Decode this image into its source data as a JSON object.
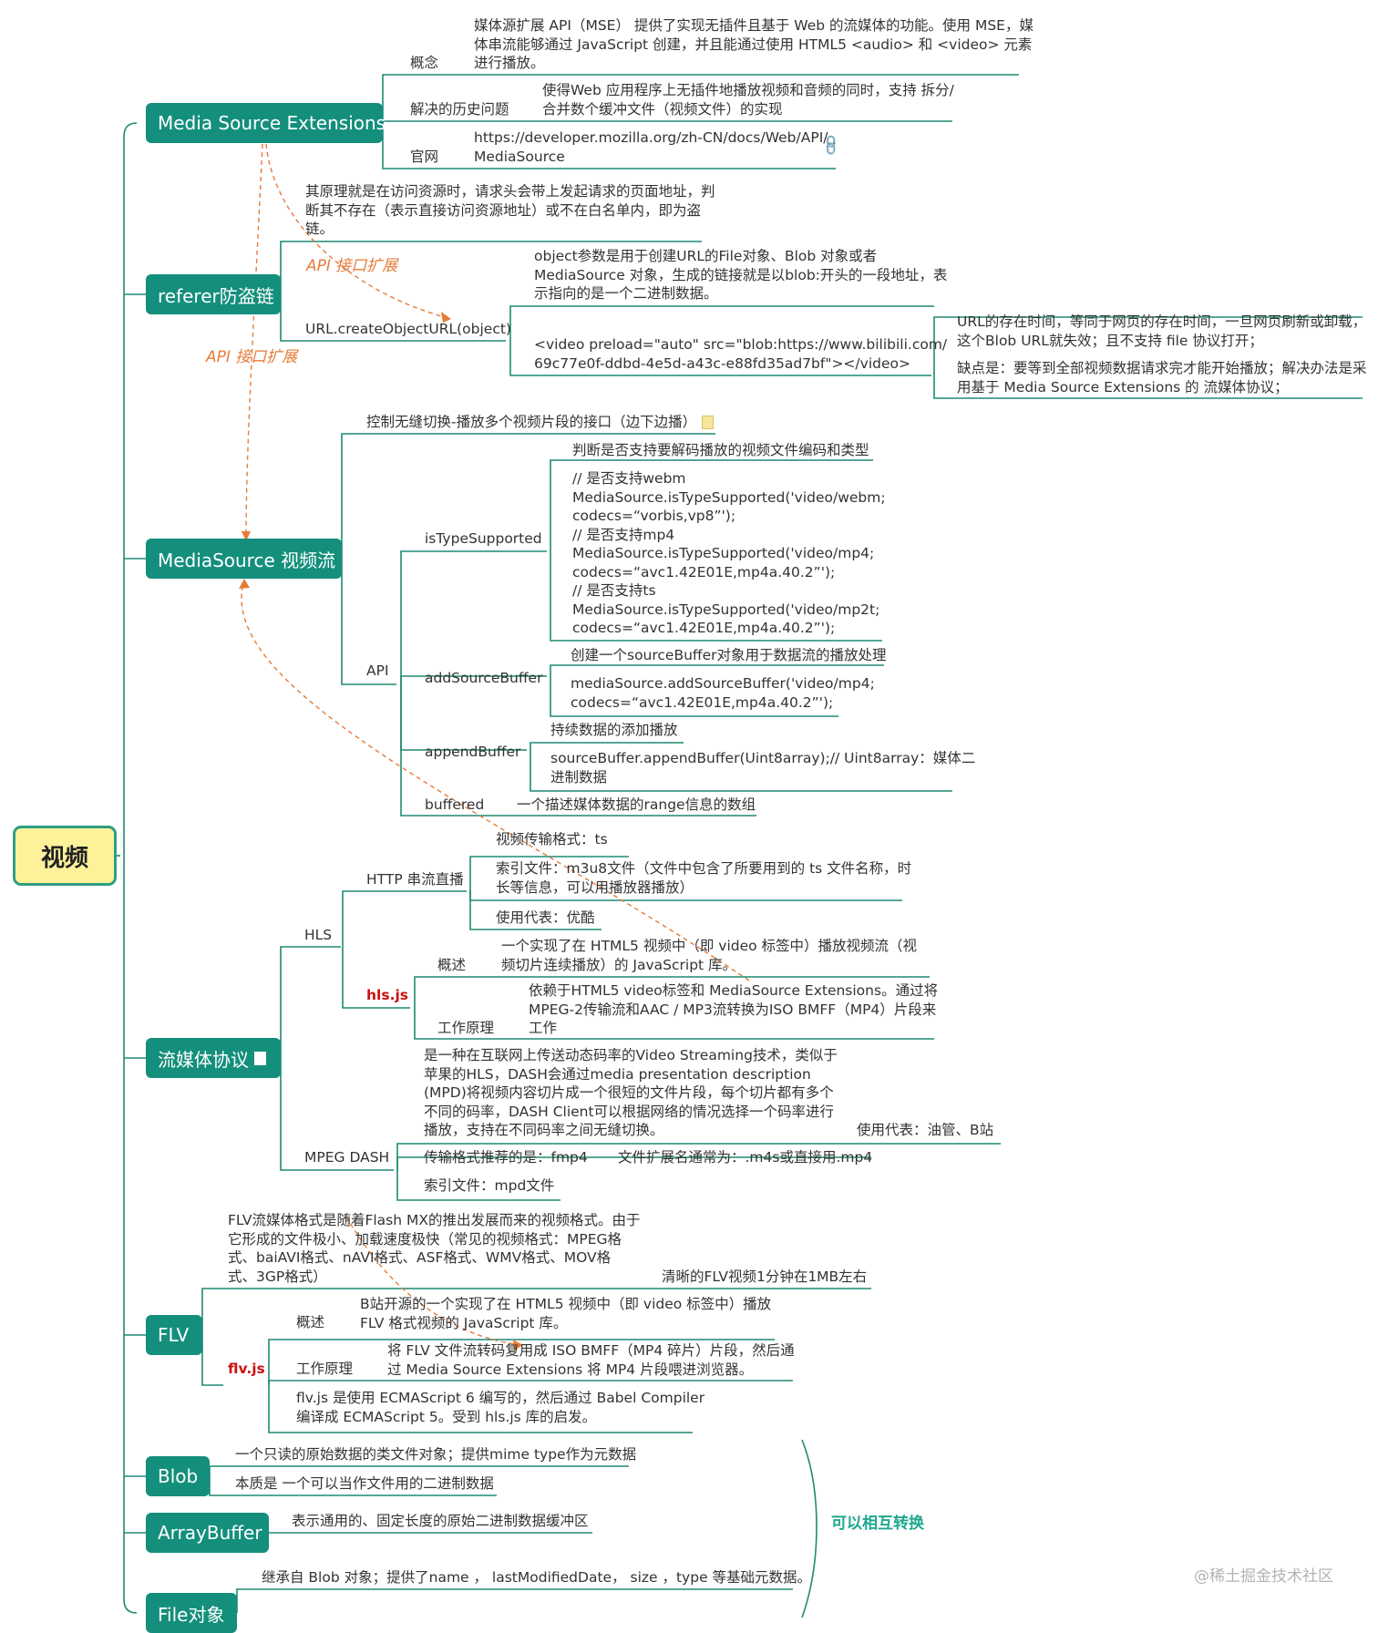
{
  "root": {
    "label": "视频"
  },
  "branches": {
    "mse": {
      "label": "Media Source Extensions",
      "concept_label": "概念",
      "concept_text": "媒体源扩展 API（MSE） 提供了实现无插件且基于 Web 的流媒体的功能。使用 MSE，媒\n体串流能够通过 JavaScript 创建，并且能通过使用 HTML5 <audio> 和 <video> 元素\n进行播放。",
      "history_label": "解决的历史问题",
      "history_text": "使得Web 应用程序上无插件地播放视频和音频的同时，支持 拆分/\n合并数个缓冲文件（视频文件）的实现",
      "site_label": "官网",
      "site_text": "https://developer.mozilla.org/zh-CN/docs/Web/API/\nMediaSource",
      "link_icon": "link-icon"
    },
    "referer": {
      "label": "referer防盗链",
      "principle": "其原理就是在访问资源时，请求头会带上发起请求的页面地址，判\n断其不存在（表示直接访问资源地址）或不在白名单内，即为盗\n链。",
      "create_label": "URL.createObjectURL(object)",
      "create_desc": "object参数是用于创建URL的File对象、Blob 对象或者\nMediaSource 对象，生成的链接就是以blob:开头的一段地址，表\n示指向的是一个二进制数据。",
      "video_tag": "<video preload=\"auto\" src=\"blob:https://www.bilibili.com/\n69c77e0f-ddbd-4e5d-a43c-e88fd35ad7bf\"></video>",
      "blob_lifetime": "URL的存在时间，等同于网页的存在时间，一旦网页刷新或卸载，\n这个Blob URL就失效；且不支持 file 协议打开；",
      "drawback": "缺点是：要等到全部视频数据请求完才能开始播放；解决办法是采\n用基于 Media Source Extensions 的 流媒体协议；"
    },
    "mediasource": {
      "label": "MediaSource 视频流",
      "control": "控制无缝切换-播放多个视频片段的接口（边下边播）",
      "api_label": "API",
      "is_type_label": "isTypeSupported",
      "is_type_desc": "判断是否支持要解码播放的视频文件编码和类型",
      "is_type_code": "// 是否支持webm\nMediaSource.isTypeSupported('video/webm;\ncodecs=“vorbis,vp8”');\n// 是否支持mp4\nMediaSource.isTypeSupported('video/mp4;\ncodecs=“avc1.42E01E,mp4a.40.2”');\n// 是否支持ts\nMediaSource.isTypeSupported('video/mp2t;\ncodecs=“avc1.42E01E,mp4a.40.2”');",
      "add_label": "addSourceBuffer",
      "add_desc": "创建一个sourceBuffer对象用于数据流的播放处理",
      "add_code": "mediaSource.addSourceBuffer('video/mp4;\ncodecs=“avc1.42E01E,mp4a.40.2”');",
      "append_label": "appendBuffer",
      "append_desc": "持续数据的添加播放",
      "append_code": "sourceBuffer.appendBuffer(Uint8array);// Uint8array：媒体二\n进制数据",
      "buffered_label": "buffered",
      "buffered_desc": "一个描述媒体数据的range信息的数组"
    },
    "streaming": {
      "label": "流媒体协议",
      "hls_label": "HLS",
      "http_label": "HTTP 串流直播",
      "format": "视频传输格式：ts",
      "index": "索引文件：m3u8文件（文件中包含了所要用到的 ts 文件名称，时\n长等信息，可以用播放器播放）",
      "rep": "使用代表：优酷",
      "hlsjs_label": "hls.js",
      "overview_label": "概述",
      "overview": "一个实现了在 HTML5 视频中（即 video 标签中）播放视频流（视\n频切片连续播放）的 JavaScript 库。",
      "principle_label": "工作原理",
      "principle": "依赖于HTML5 video标签和 MediaSource Extensions。通过将\nMPEG-2传输流和AAC / MP3流转换为ISO BMFF（MP4）片段来\n工作",
      "dash_label": "MPEG DASH",
      "dash_desc": "是一种在互联网上传送动态码率的Video Streaming技术，类似于\n苹果的HLS，DASH会通过media presentation description\n(MPD)将视频内容切片成一个很短的文件片段，每个切片都有多个\n不同的码率，DASH Client可以根据网络的情况选择一个码率进行\n播放，支持在不同码率之间无缝切换。",
      "dash_rep": "使用代表：油管、B站",
      "dash_format": "传输格式推荐的是：fmp4",
      "dash_ext": "文件扩展名通常为：.m4s或直接用.mp4",
      "dash_index": "索引文件：mpd文件"
    },
    "flv": {
      "label": "FLV",
      "desc": "FLV流媒体格式是随着Flash MX的推出发展而来的视频格式。由于\n它形成的文件极小、加载速度极快（常见的视频格式：MPEG格\n式、baiAVI格式、nAVI格式、ASF格式、WMV格式、MOV格\n式、3GP格式）",
      "size": "清晰的FLV视频1分钟在1MB左右",
      "flvjs_label": "flv.js",
      "overview_label": "概述",
      "overview": "B站开源的一个实现了在 HTML5 视频中（即 video 标签中）播放\nFLV 格式视频的 JavaScript 库。",
      "principle_label": "工作原理",
      "principle": "将 FLV 文件流转码复用成 ISO BMFF（MP4 碎片）片段，然后通\n过 Media Source Extensions 将 MP4 片段喂进浏览器。",
      "written": "flv.js 是使用 ECMAScript 6 编写的，然后通过 Babel Compiler\n编译成 ECMAScript 5。受到 hls.js 库的启发。"
    },
    "blob": {
      "label": "Blob",
      "d1": "一个只读的原始数据的类文件对象；提供mime type作为元数据",
      "d2": "本质是 一个可以当作文件用的二进制数据"
    },
    "arraybuffer": {
      "label": "ArrayBuffer",
      "d1": "表示通用的、固定长度的原始二进制数据缓冲区"
    },
    "file": {
      "label": "File对象",
      "d1": "继承自 Blob 对象；提供了name ， lastModifiedDate， size ，type 等基础元数据。"
    }
  },
  "annotations": {
    "api_ext_1": "API 接口扩展",
    "api_ext_2": "API 接口扩展",
    "convert": "可以相互转换"
  },
  "watermark": "@稀土掘金技术社区",
  "colors": {
    "teal": "#148f7c",
    "line": "#1e8a74",
    "root_fill": "#fdf29a",
    "arrow": "#e67c3a",
    "hls_red": "#cc1111"
  }
}
